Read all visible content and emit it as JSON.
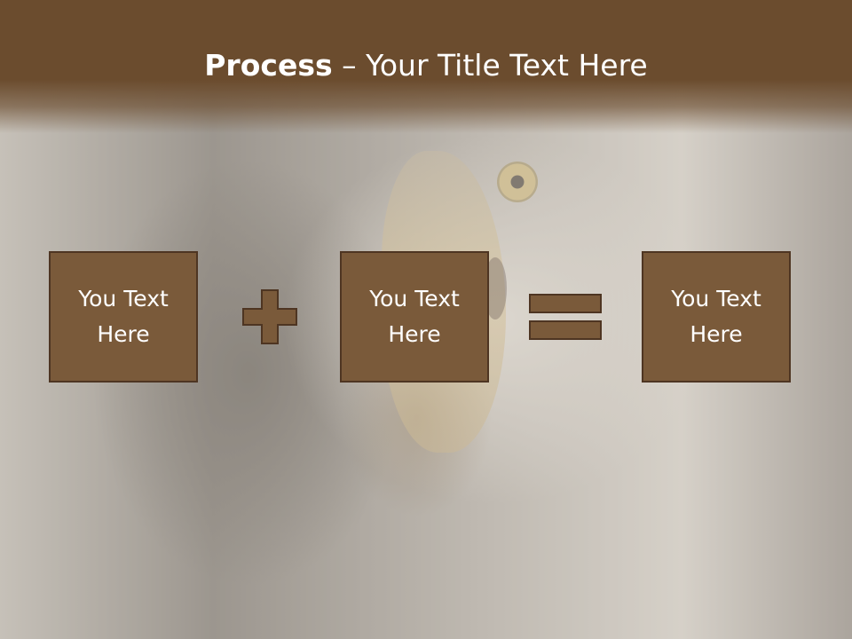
{
  "slide": {
    "title_bold": "Process",
    "title_rest": " – Your Title Text Here",
    "boxes": [
      {
        "text": "You Text Here"
      },
      {
        "text": "You Text Here"
      },
      {
        "text": "You Text Here"
      }
    ],
    "operators": [
      "plus",
      "equals"
    ]
  },
  "colors": {
    "header": "#6b4c2e",
    "box_fill": "#7a5a3a",
    "box_border": "#4e3522",
    "text": "#ffffff"
  }
}
